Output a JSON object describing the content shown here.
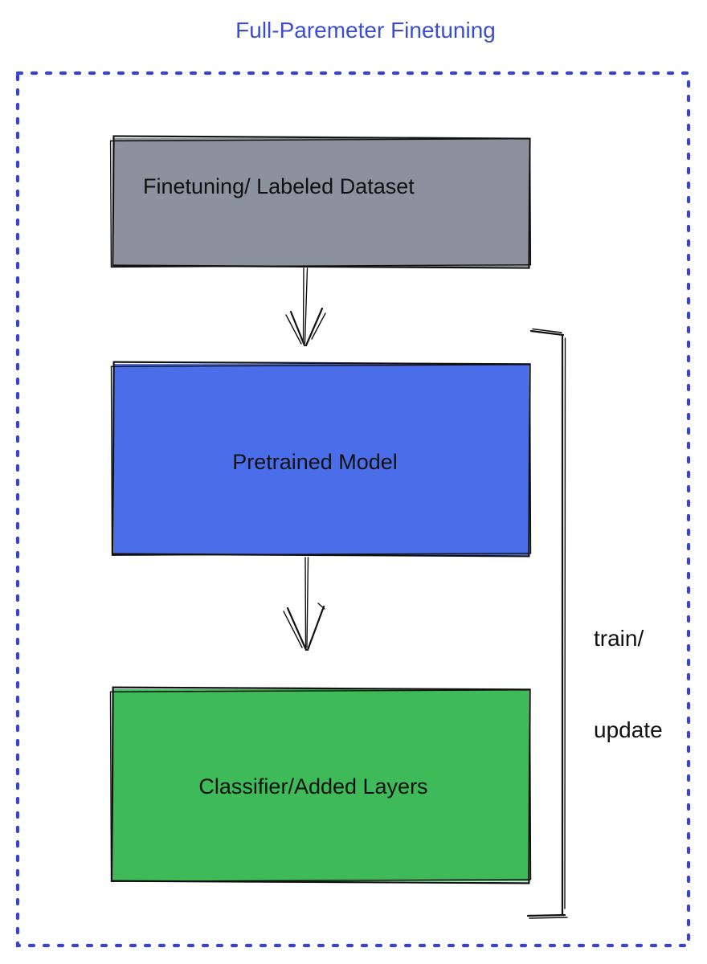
{
  "title": "Full-Paremeter Finetuning",
  "boxes": {
    "dataset": {
      "label": "Finetuning/ Labeled Dataset",
      "fill": "#8b919d"
    },
    "pretrained": {
      "label": "Pretrained Model",
      "fill": "#4a6de9"
    },
    "classifier": {
      "label": "Classifier/Added Layers",
      "fill": "#3eba58"
    }
  },
  "bracket": {
    "label_line1": "train/",
    "label_line2": "update"
  },
  "colors": {
    "title_text": "#3b4ed2",
    "dashed_border": "#3a43cd",
    "sketch_stroke": "#111111",
    "label_text": "#111111"
  }
}
